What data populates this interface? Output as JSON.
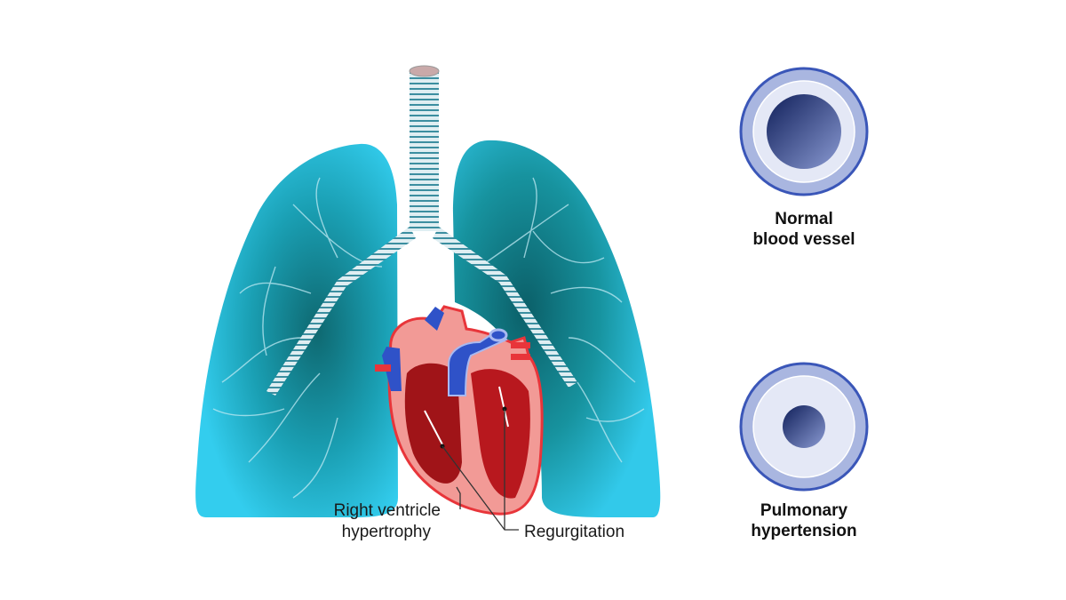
{
  "labels": {
    "rv_line1": "Right ventricle",
    "rv_line2": "hypertrophy",
    "regurgitation": "Regurgitation",
    "normal_line1": "Normal",
    "normal_line2": "blood vessel",
    "ph_line1": "Pulmonary",
    "ph_line2": "hypertension"
  },
  "colors": {
    "lung": "#2fc6e8",
    "lung_dark": "#0e6e78",
    "heart_red": "#e8353a",
    "vein_blue": "#2f52c8",
    "vessel_ring": "#3a56b8",
    "vessel_wall": "#e4e8f6"
  }
}
